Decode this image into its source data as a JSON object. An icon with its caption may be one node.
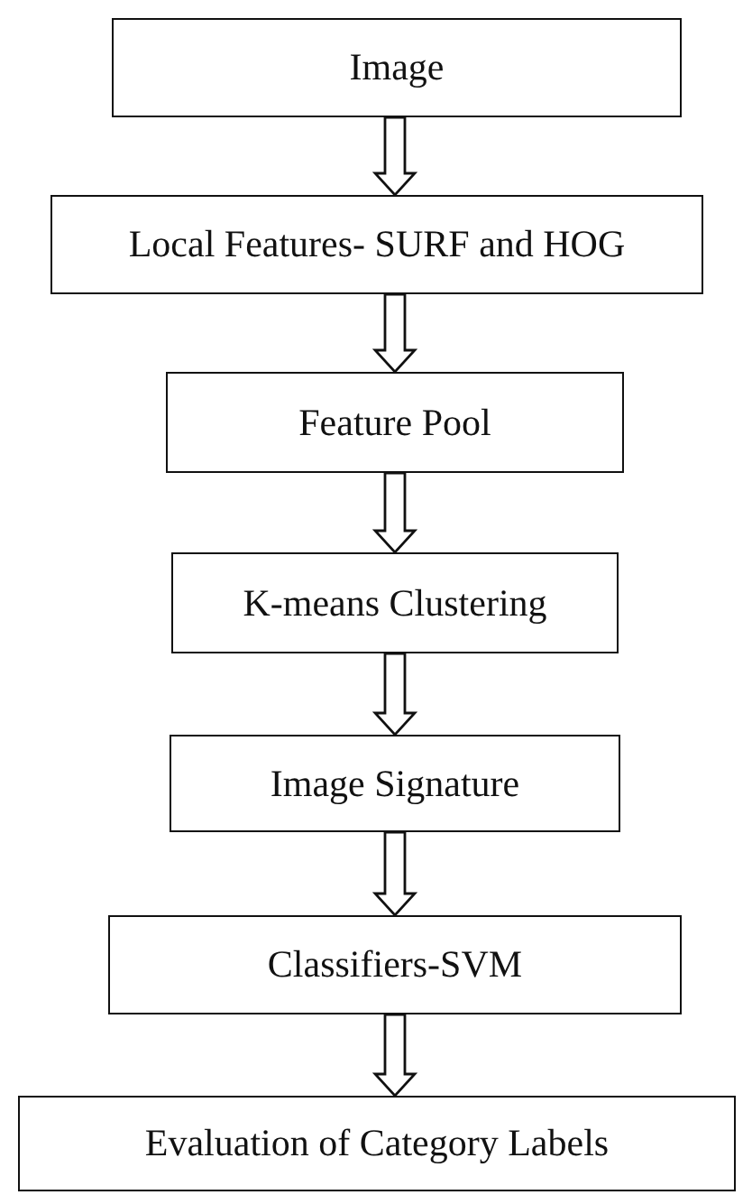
{
  "diagram": {
    "nodes": [
      {
        "text": [
          "Image"
        ]
      },
      {
        "text": [
          "Local Features- SURF and HOG"
        ]
      },
      {
        "text": [
          "Feature Pool"
        ]
      },
      {
        "text": [
          "K-means Clustering"
        ]
      },
      {
        "text": [
          "Image Signature"
        ]
      },
      {
        "text": [
          "Classifiers-SVM"
        ]
      },
      {
        "text": [
          "Evaluation of Category Labels"
        ]
      }
    ],
    "edges": [
      {
        "from": 0,
        "to": 1,
        "arrow": "to"
      },
      {
        "from": 1,
        "to": 2,
        "arrow": "to"
      },
      {
        "from": 2,
        "to": 3,
        "arrow": "to"
      },
      {
        "from": 3,
        "to": 4,
        "arrow": "to"
      },
      {
        "from": 4,
        "to": 5,
        "arrow": "to"
      },
      {
        "from": 5,
        "to": 6,
        "arrow": "to"
      }
    ]
  }
}
